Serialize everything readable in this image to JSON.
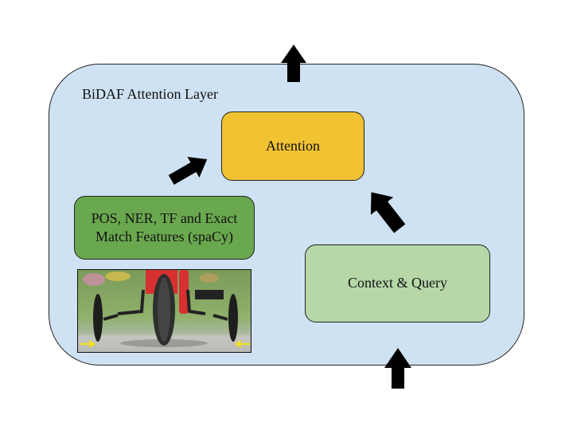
{
  "diagram": {
    "container": {
      "title": "BiDAF Attention Layer",
      "fill": "#cfe2f3"
    },
    "nodes": [
      {
        "id": "attention",
        "label": "Attention",
        "fill": "#f1c232"
      },
      {
        "id": "features",
        "label": "POS, NER, TF and Exact Match Features (spaCy)",
        "fill": "#6aa84f"
      },
      {
        "id": "context",
        "label": "Context & Query",
        "fill": "#b6d7a8"
      }
    ],
    "image": {
      "description": "Bicycle rear wheel with two training wheels and yellow arrows pointing inward"
    },
    "edges": [
      {
        "from": "input",
        "to": "context"
      },
      {
        "from": "context",
        "to": "attention"
      },
      {
        "from": "features",
        "to": "attention"
      },
      {
        "from": "attention",
        "to": "output"
      }
    ]
  }
}
